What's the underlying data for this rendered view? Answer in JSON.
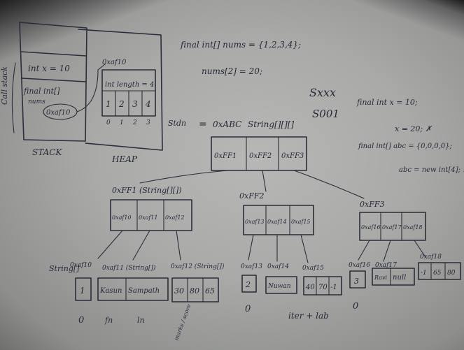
{
  "stack_label": "STACK",
  "heap_label": "HEAP",
  "side_label": "Call stack",
  "stack_var_x": "int x = 10",
  "stack_final_line1": "final int[]",
  "stack_final_line2": "nums",
  "stack_ref": "0xaf10",
  "heap_addr": "0xaf10",
  "heap_length": "int length = 4",
  "heap_cells": [
    "1",
    "2",
    "3",
    "4"
  ],
  "heap_indices": [
    "0",
    "1",
    "2",
    "3"
  ],
  "code_line1": "final int[] nums = {1,2,3,4};",
  "code_line2": "nums[2] = 20;",
  "sxxx": "Sxxx",
  "s001": "S001",
  "right_final_x": "final int x = 10;",
  "right_x20": "x = 20; ✗",
  "right_final_abc": "final int[] abc = {0,0,0,0};",
  "right_abc_new": "abc = new int[4]; ✗",
  "student_label": "Stdn",
  "eq_sign": "=",
  "top_ref": "0xABC",
  "top_type": "String[][][]",
  "top_cells": [
    "0xFF1",
    "0xFF2",
    "0xFF3"
  ],
  "node1_label": "0xFF1 (String[][])",
  "node1_cells": [
    "0xaf10",
    "0xaf11",
    "0xaf12"
  ],
  "node2_label": "0xFF2",
  "node2_cells": [
    "0xaf13",
    "0xaf14",
    "0xaf15"
  ],
  "node3_label": "0xFF3",
  "node3_cells": [
    "0xaf16",
    "0xaf17",
    "0xaf18"
  ],
  "string_arr_label": "String[]",
  "leaf_addrs": [
    "0xaf10",
    "0xaf11 (String[])",
    "0xaf12 (String[])",
    "0xaf13",
    "0xaf14",
    "0xaf15",
    "0xaf16",
    "0xaf17",
    "0xaf18"
  ],
  "leaf_values": {
    "a": [
      "1"
    ],
    "b": [
      "Kasun",
      "Sampath"
    ],
    "c": [
      "30",
      "80",
      "65"
    ],
    "d": [
      "2"
    ],
    "e": [
      "Nuwan"
    ],
    "f": [
      "40",
      "70",
      "-1"
    ],
    "g": [
      "3"
    ],
    "h": [
      "Ravi",
      "null"
    ],
    "i": [
      "-1",
      "65",
      "80"
    ]
  },
  "under_labels": [
    "0",
    "fn",
    "ln",
    "0",
    "iter + lab",
    "0"
  ],
  "scribble": "marks / score"
}
